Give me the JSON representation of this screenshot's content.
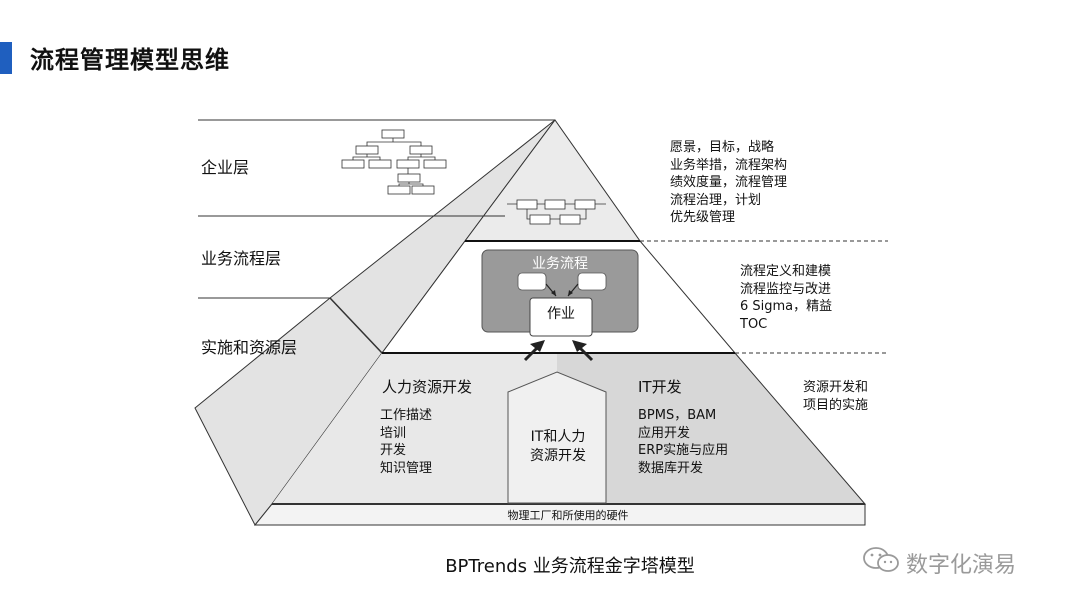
{
  "title": "流程管理模型思维",
  "layers": {
    "enterprise": "企业层",
    "process": "业务流程层",
    "implementation": "实施和资源层"
  },
  "right_lists": {
    "enterprise": [
      "愿景，目标，战略",
      "业务举措，流程架构",
      "绩效度量，流程管理",
      "流程治理，计划",
      "优先级管理"
    ],
    "process": [
      "流程定义和建模",
      "流程监控与改进",
      "6 Sigma，精益",
      "TOC"
    ],
    "implementation": [
      "资源开发和",
      "项目的实施"
    ]
  },
  "process_box": {
    "title": "业务流程",
    "activity": "作业"
  },
  "hr": {
    "heading": "人力资源开发",
    "items": [
      "工作描述",
      "培训",
      "开发",
      "知识管理"
    ]
  },
  "it": {
    "heading": "IT开发",
    "items": [
      "BPMS，BAM",
      "应用开发",
      "ERP实施与应用",
      "数据库开发"
    ]
  },
  "center_box": [
    "IT和人力",
    "资源开发"
  ],
  "foundation": "物理工厂和所使用的硬件",
  "caption": "BPTrends 业务流程金字塔模型",
  "watermark": "数字化演易",
  "colors": {
    "accent": "#1f5fbf",
    "process_box": "#9a9a9a",
    "light_gray": "#e6e6e6",
    "mid_gray": "#cfcfcf"
  }
}
